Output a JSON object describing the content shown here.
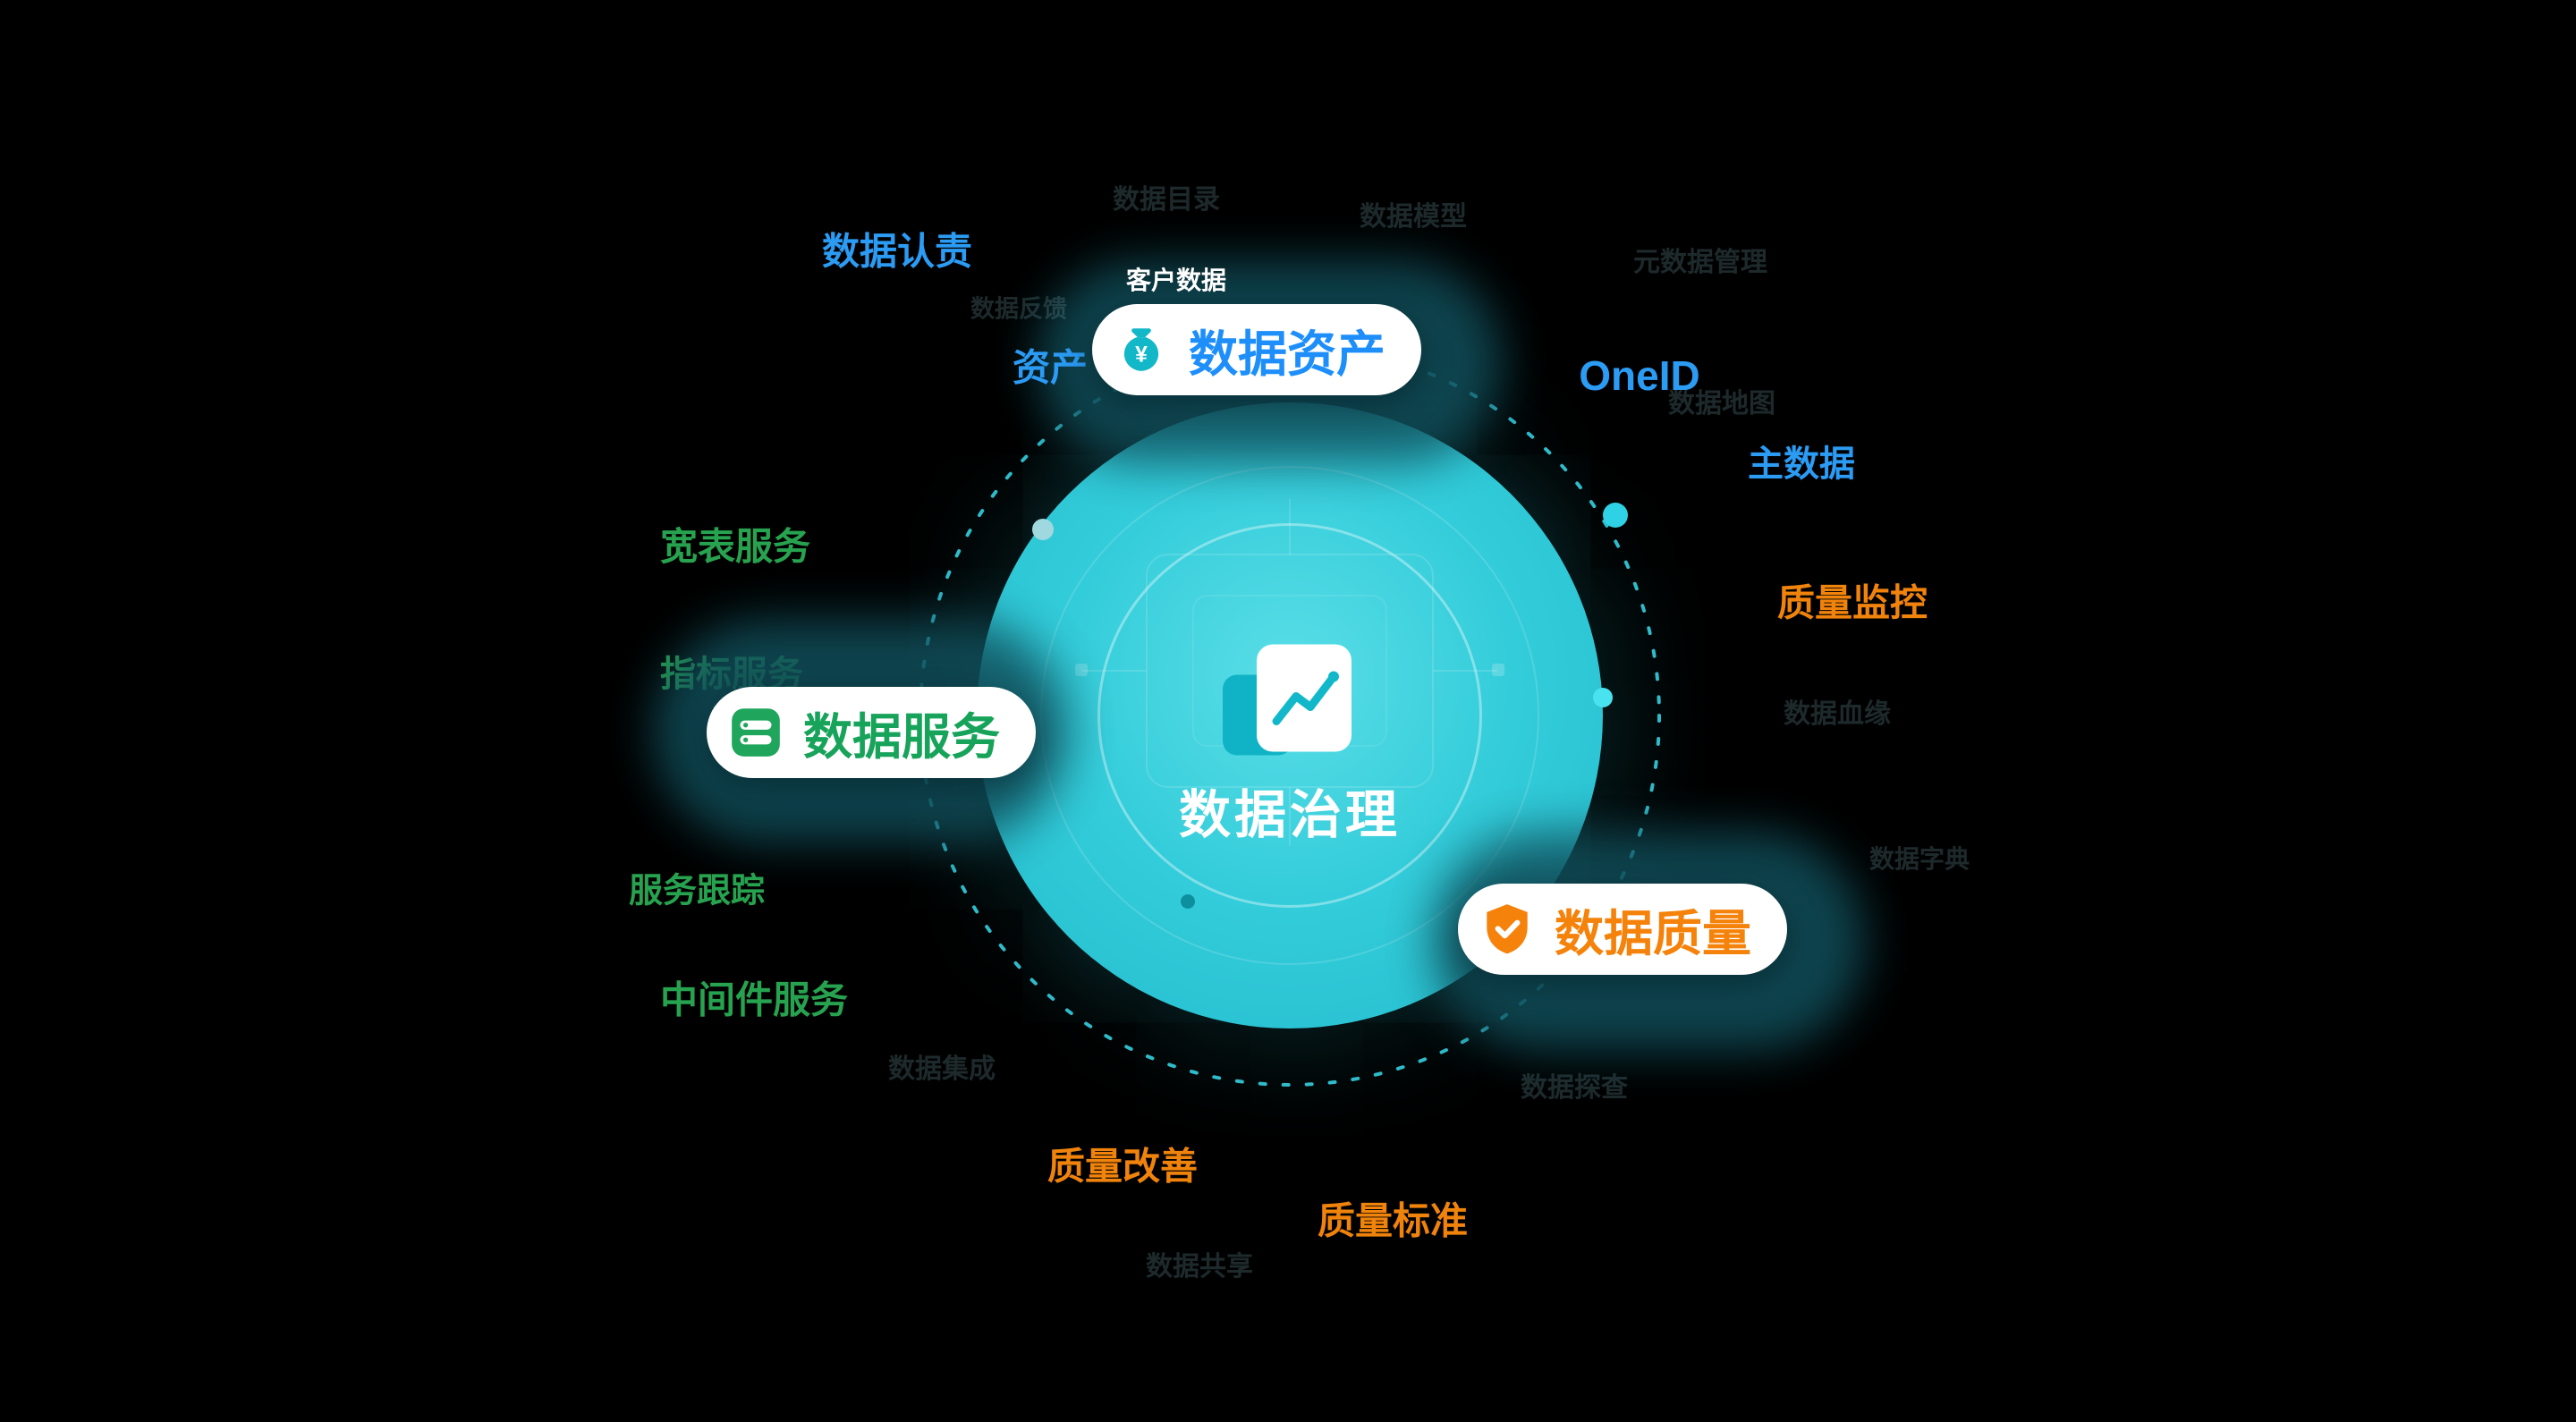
{
  "diagram": {
    "center": {
      "title": "数据治理"
    },
    "modules": {
      "assets": {
        "label": "数据资产",
        "tag": "客户数据",
        "color": "#1e8ffa"
      },
      "services": {
        "label": "数据服务",
        "color": "#17a35a"
      },
      "quality": {
        "label": "数据质量",
        "color": "#f5820a"
      }
    },
    "keywords": {
      "blue": [
        "数据认责",
        "资产",
        "OneID",
        "主数据"
      ],
      "green": [
        "宽表服务",
        "指标服务",
        "服务跟踪",
        "中间件服务"
      ],
      "orange": [
        "质量监控",
        "质量改善",
        "质量标准"
      ]
    },
    "faint_keywords": [
      "数据反馈",
      "数据目录",
      "数据模型",
      "元数据管理",
      "数据地图",
      "数据血缘",
      "数据字典",
      "数据集成",
      "数据探查",
      "数据共享"
    ],
    "colors": {
      "background": "#000000",
      "teal": "#2bc8d8",
      "blue": "#2b9bf4",
      "green": "#27a350",
      "orange": "#f0830c"
    }
  }
}
